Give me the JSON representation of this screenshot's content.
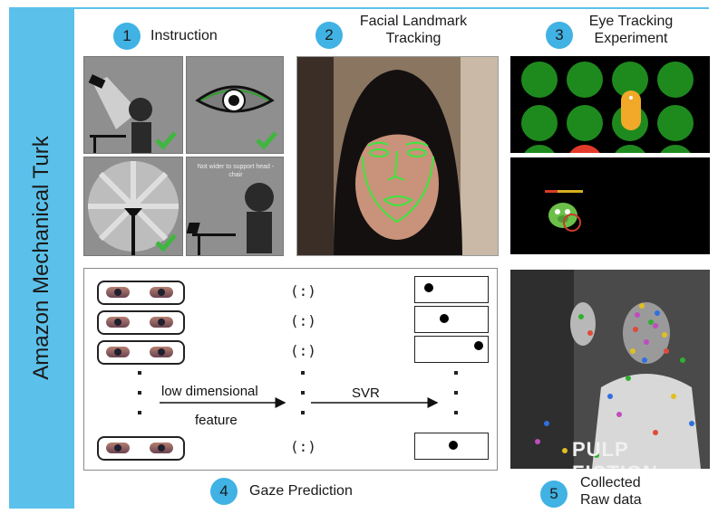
{
  "sidebar": {
    "title": "Amazon Mechanical Turk"
  },
  "steps": {
    "s1": {
      "num": "1",
      "label": "Instruction"
    },
    "s2": {
      "num": "2",
      "label_line1": "Facial Landmark",
      "label_line2": "Tracking"
    },
    "s3": {
      "num": "3",
      "label_line1": "Eye Tracking",
      "label_line2": "Experiment"
    },
    "s4": {
      "num": "4",
      "label": "Gaze Prediction"
    },
    "s5": {
      "num": "5",
      "label_line1": "Collected",
      "label_line2": "Raw data"
    }
  },
  "instruction_tile_text": "Not wider to support head - chair",
  "gaze": {
    "feature_line1": "low dimensional",
    "feature_line2": "feature",
    "svr": "SVR",
    "paren": "(:)"
  },
  "raw_data_caption": "PULP FICTION",
  "colors": {
    "accent": "#5cc1ea",
    "badge": "#40b2e3",
    "green": "#1e8a1e",
    "check": "#3fb63f"
  }
}
